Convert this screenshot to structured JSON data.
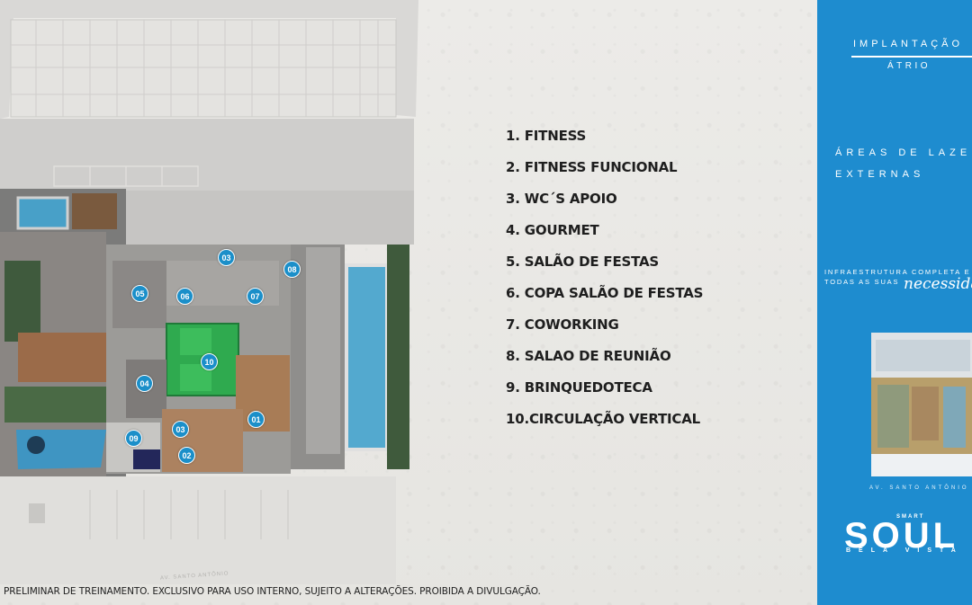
{
  "legend": {
    "items": [
      "1.  FITNESS",
      "2.  FITNESS FUNCIONAL",
      "3.  WC´S APOIO",
      "4.  GOURMET",
      "5.  SALÃO DE FESTAS",
      "6.  COPA SALÃO DE FESTAS",
      "7.  COWORKING",
      "8.  SALAO DE REUNIÃO",
      "9.  BRINQUEDOTECA",
      "10.CIRCULAÇÃO VERTICAL"
    ]
  },
  "plan": {
    "markers": [
      "01",
      "02",
      "03",
      "03",
      "04",
      "05",
      "06",
      "07",
      "08",
      "09",
      "10"
    ],
    "street_label": "AV. SANTO ANTÔNIO"
  },
  "disclaimer": "PRELIMINAR DE TREINAMENTO. EXCLUSIVO PARA USO INTERNO, SUJEITO A ALTERAÇÕES. PROIBIDA A DIVULGAÇÃO.",
  "panel": {
    "title": "IMPLANTAÇÃO",
    "subtitle": "ÁTRIO",
    "areas_line1": "ÁREAS DE LAZER",
    "areas_line2": "EXTERNAS",
    "infra_line1": "INFRAESTRUTURA COMPLETA E",
    "infra_line2": "TODAS AS SUAS",
    "infra_script": "necessidades",
    "street": "AV. SANTO ANTÔNIO",
    "logo_smart": "SMART",
    "logo_soul": "SOUL",
    "logo_bela": "BELA VISTA"
  },
  "colors": {
    "panel_blue": "#1e8ccf",
    "marker_blue": "#1b8fc9",
    "circulation_green": "#2faa4f"
  }
}
